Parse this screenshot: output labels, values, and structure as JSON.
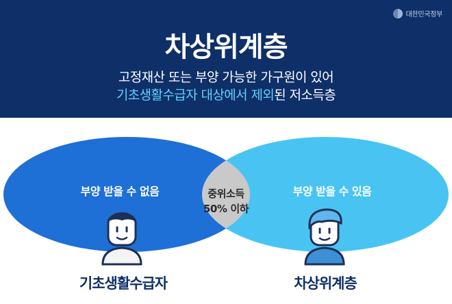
{
  "header": {
    "gov_logo_text": "대한민국정부",
    "title": "차상위계층",
    "subtitle_line1": "고정재산 또는 부양 가능한 가구원이 있어",
    "subtitle_line2_highlight": "기초생활수급자 대상에서 제외",
    "subtitle_line2_rest": "된 저소득층"
  },
  "diagram": {
    "left": {
      "label": "부양 받을 수 없음",
      "name": "기초생활수급자",
      "color": "#1e6fd6"
    },
    "right": {
      "label": "부양 받을 수 있음",
      "name": "차상위계층",
      "color": "#49c4f2"
    },
    "overlap": {
      "line1": "중위소득",
      "line2": "50% 이하",
      "color": "#c9c9c9"
    }
  }
}
